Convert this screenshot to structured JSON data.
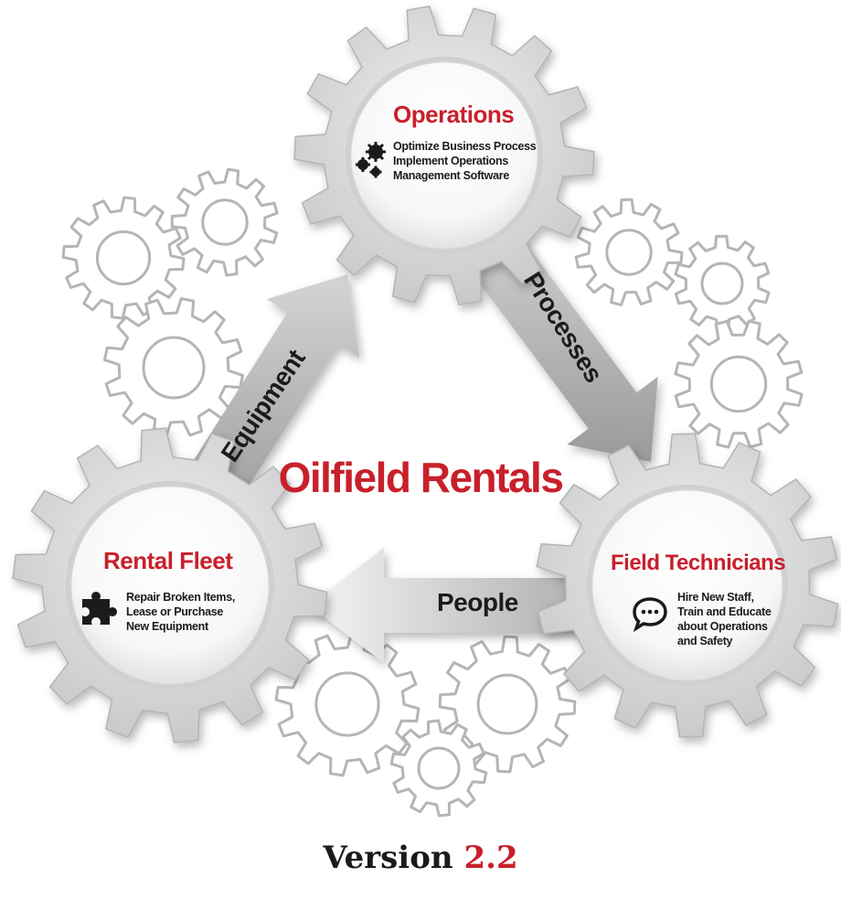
{
  "center": {
    "title": "Oilfield Rentals"
  },
  "nodes": {
    "operations": {
      "title": "Operations",
      "lines": [
        "Optimize Business Process",
        "Implement Operations",
        "Management Software"
      ],
      "icon": "gears-icon"
    },
    "rental_fleet": {
      "title": "Rental Fleet",
      "lines": [
        "Repair Broken Items,",
        "Lease or Purchase",
        "New Equipment"
      ],
      "icon": "puzzle-icon"
    },
    "field_technicians": {
      "title": "Field Technicians",
      "lines": [
        "Hire New Staff,",
        "Train and Educate",
        "about Operations",
        "and Safety"
      ],
      "icon": "chat-bubble-icon"
    }
  },
  "arrows": {
    "equipment": "Equipment",
    "processes": "Processes",
    "people": "People"
  },
  "version": {
    "label": "Version",
    "number": "2.2"
  },
  "colors": {
    "accent": "#c8202b",
    "text": "#1b1b1b",
    "gear": "#d9dadb",
    "gear_outline": "#b9babb"
  }
}
